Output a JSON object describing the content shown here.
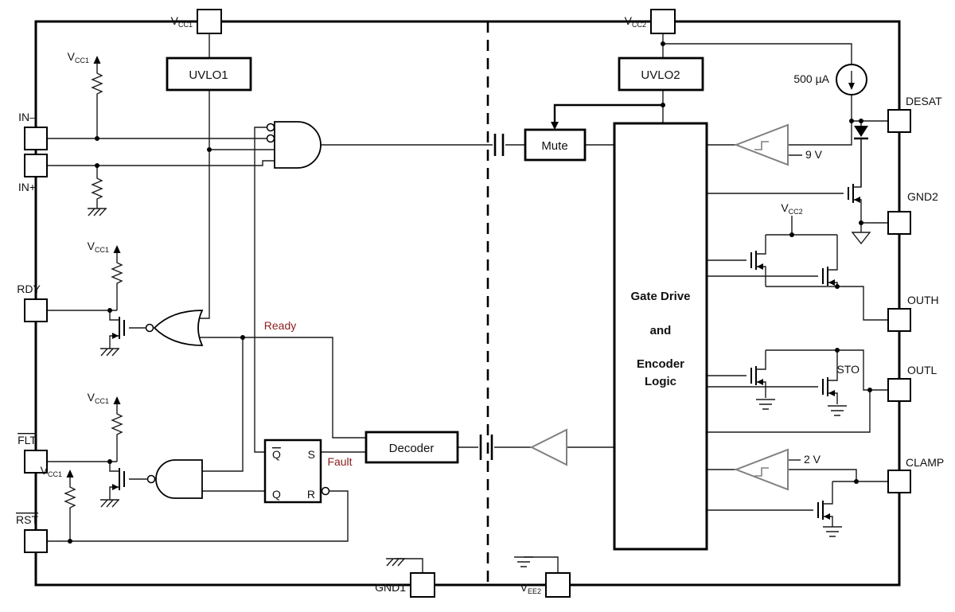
{
  "pins": {
    "vcc1": {
      "base": "V",
      "sub": "CC1"
    },
    "vcc2": {
      "base": "V",
      "sub": "CC2"
    },
    "vee2": {
      "base": "V",
      "sub": "EE2"
    },
    "in_minus": "IN–",
    "in_plus": "IN+",
    "rdy": "RDY",
    "flt": "FLT",
    "rst": "RST",
    "desat": "DESAT",
    "gnd2": "GND2",
    "outh": "OUTH",
    "outl": "OUTL",
    "sto": "STO",
    "clamp": "CLAMP",
    "gnd1": "GND1"
  },
  "blocks": {
    "uvlo1": "UVLO1",
    "uvlo2": "UVLO2",
    "mute": "Mute",
    "decoder": "Decoder",
    "gate_drive": {
      "line1": "Gate Drive",
      "line2": "and",
      "line3": "Encoder",
      "line4": "Logic"
    }
  },
  "latch": {
    "q_bar": "Q",
    "s": "S",
    "q": "Q",
    "r": "R"
  },
  "annotations": {
    "current_source": "500 µA",
    "desat_threshold": "9 V",
    "clamp_threshold": "2 V",
    "ready": "Ready",
    "fault": "Fault"
  },
  "colors": {
    "wire": "#1a1a1a",
    "block_stroke": "#000000",
    "signal_label_red": "#8b2020",
    "comparator_gray": "#808080",
    "background": "#ffffff"
  }
}
